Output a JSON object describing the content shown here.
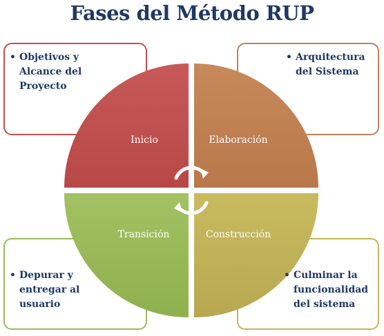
{
  "title": "Fases del Método RUP",
  "phases": [
    {
      "label": "Inicio",
      "color": "#c0504d"
    },
    {
      "label": "Elaboración",
      "color": "#c0804f"
    },
    {
      "label": "Construcción",
      "color": "#c4b35a"
    },
    {
      "label": "Transición",
      "color": "#9bbb59"
    }
  ],
  "notes": {
    "top_left": {
      "bullet": "•",
      "lines": [
        "Objetivos y",
        "Alcance del",
        "Proyecto"
      ]
    },
    "top_right": {
      "bullet": "•",
      "lines": [
        "Arquitectura",
        "del Sistema"
      ]
    },
    "bottom_left": {
      "bullet": "•",
      "lines": [
        "Depurar y",
        "entregar al",
        "usuario"
      ]
    },
    "bottom_right": {
      "bullet": "•",
      "lines": [
        "Culminar la",
        "funcionalidad",
        "del sistema"
      ]
    }
  },
  "colors": {
    "title": "#1f3864",
    "note_text": "#1f3864"
  },
  "icons": [
    "cycle-arrows-icon"
  ]
}
